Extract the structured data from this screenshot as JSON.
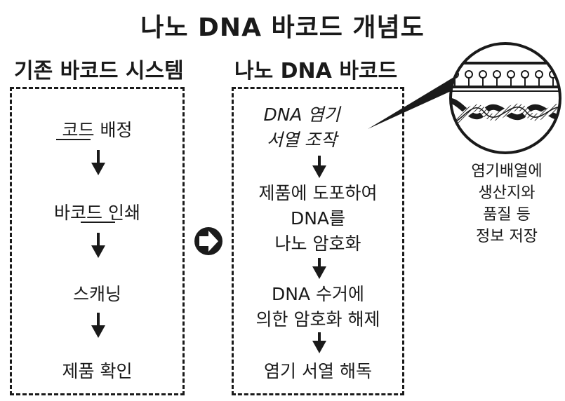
{
  "title": "나노 DNA 바코드 개념도",
  "left_panel": {
    "heading": "기존 바코드 시스템",
    "steps": [
      "코드 배정",
      "바코드 인쇄",
      "스캐닝",
      "제품 확인"
    ]
  },
  "right_panel": {
    "heading": "나노 DNA 바코드",
    "steps": [
      [
        "DNA 염기",
        "서열 조작"
      ],
      [
        "제품에 도포하여",
        "DNA를",
        "나노 암호화"
      ],
      [
        "DNA 수거에",
        "의한 암호화 해제"
      ],
      [
        "염기 서열 해독"
      ]
    ]
  },
  "side_note": [
    "염기배열에",
    "생산지와",
    "품질 등",
    "정보 저장"
  ]
}
